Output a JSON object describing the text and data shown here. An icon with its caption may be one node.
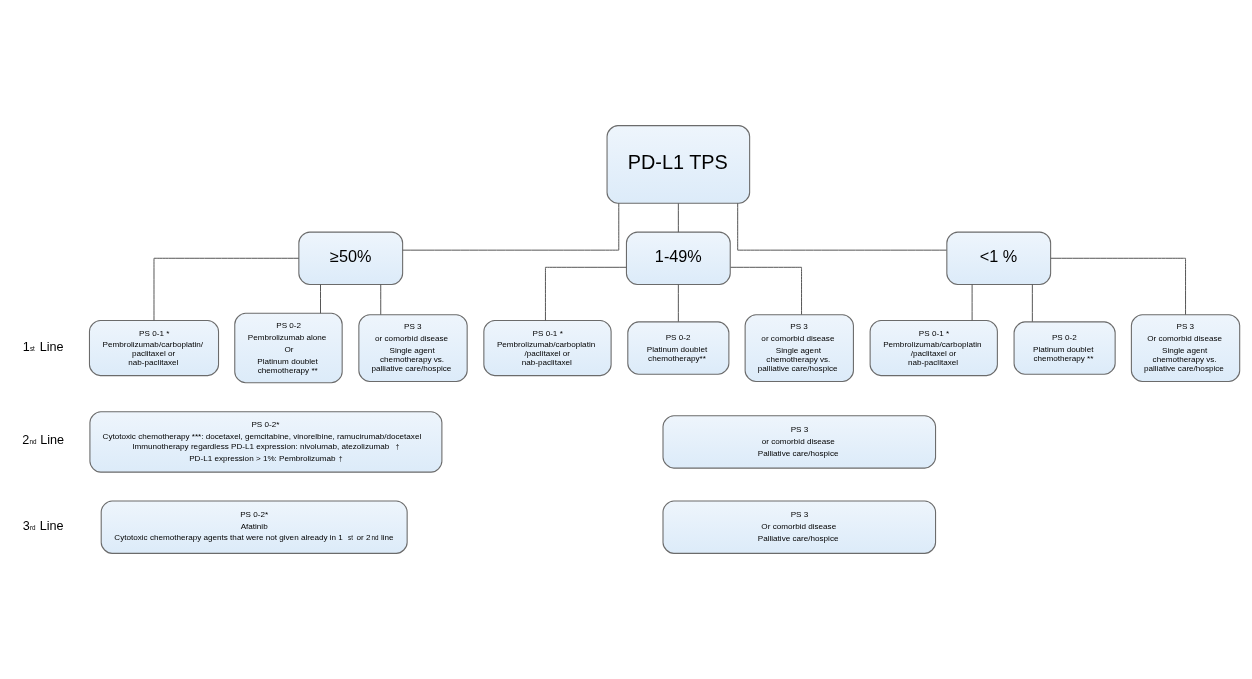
{
  "diagram": {
    "nodes": [
      {
        "text": [
          "PD-L1 TPS"
        ]
      },
      {
        "text": [
          "≥50%"
        ]
      },
      {
        "text": [
          "1-49%"
        ]
      },
      {
        "text": [
          "<1 %"
        ]
      },
      {
        "text": [
          "PS 0-1 *",
          "Pembrolizumab/carboplatin/ paclitaxel or nab-paclitaxel"
        ]
      },
      {
        "text": [
          "PS 0-2",
          "Pembrolizumab alone",
          "Or",
          "Platinum doublet chemotherapy **"
        ]
      },
      {
        "text": [
          "PS 3",
          "or comorbid disease",
          "Single agent chemotherapy vs. palliative care/hospice"
        ]
      },
      {
        "text": [
          "PS 0-1 *",
          "Pembrolizumab/carboplatin /paclitaxel or nab-paclitaxel"
        ]
      },
      {
        "text": [
          "PS 0-2",
          "Platinum doublet chemotherapy**"
        ]
      },
      {
        "text": [
          "PS 3",
          "or comorbid disease",
          "Single agent chemotherapy vs. palliative care/hospice"
        ]
      },
      {
        "text": [
          "PS 0-1 *",
          "Pembrolizumab/carboplatin /paclitaxel or nab-paclitaxel"
        ]
      },
      {
        "text": [
          "PS 0-2",
          "Platinum doublet chemotherapy **"
        ]
      },
      {
        "text": [
          "PS 3",
          "Or comorbid disease",
          "Single agent chemotherapy vs. palliative care/hospice"
        ]
      },
      {
        "text": [
          "PS 0-2*",
          "Cytotoxic chemotherapy ***: docetaxel, gemcitabine, vinorelbine, ramucirumab/docetaxel",
          "Immunotherapy regardless PD-L1 expression: nivolumab, atezolizumab$^{†}$",
          "PD-L1 expression > 1%: Pembrolizumab$^{†}$"
        ]
      },
      {
        "text": [
          "PS 3",
          "or comorbid disease",
          "Palliative care/hospice"
        ]
      },
      {
        "text": [
          "PS 0-2*",
          "Afatinib",
          "Cytotoxic chemotherapy agents that were not given already in 1$^{st}$ or 2$^{nd}$ line"
        ]
      },
      {
        "text": [
          "PS 3",
          "Or comorbid disease",
          "Palliative care/hospice"
        ]
      }
    ],
    "edges": [
      {
        "from": 0,
        "to": 1,
        "arrow": "none"
      },
      {
        "from": 0,
        "to": 2,
        "arrow": "none"
      },
      {
        "from": 0,
        "to": 3,
        "arrow": "none"
      },
      {
        "from": 1,
        "to": 4,
        "arrow": "none"
      },
      {
        "from": 1,
        "to": 5,
        "arrow": "none"
      },
      {
        "from": 1,
        "to": 6,
        "arrow": "none"
      },
      {
        "from": 2,
        "to": 7,
        "arrow": "none"
      },
      {
        "from": 2,
        "to": 8,
        "arrow": "none"
      },
      {
        "from": 2,
        "to": 9,
        "arrow": "none"
      },
      {
        "from": 3,
        "to": 10,
        "arrow": "none"
      },
      {
        "from": 3,
        "to": 11,
        "arrow": "none"
      },
      {
        "from": 3,
        "to": 12,
        "arrow": "none"
      }
    ],
    "labels": [
      "1$^{st}$ Line",
      "2$^{nd}$ Line",
      "3$^{rd}$ Line"
    ]
  }
}
